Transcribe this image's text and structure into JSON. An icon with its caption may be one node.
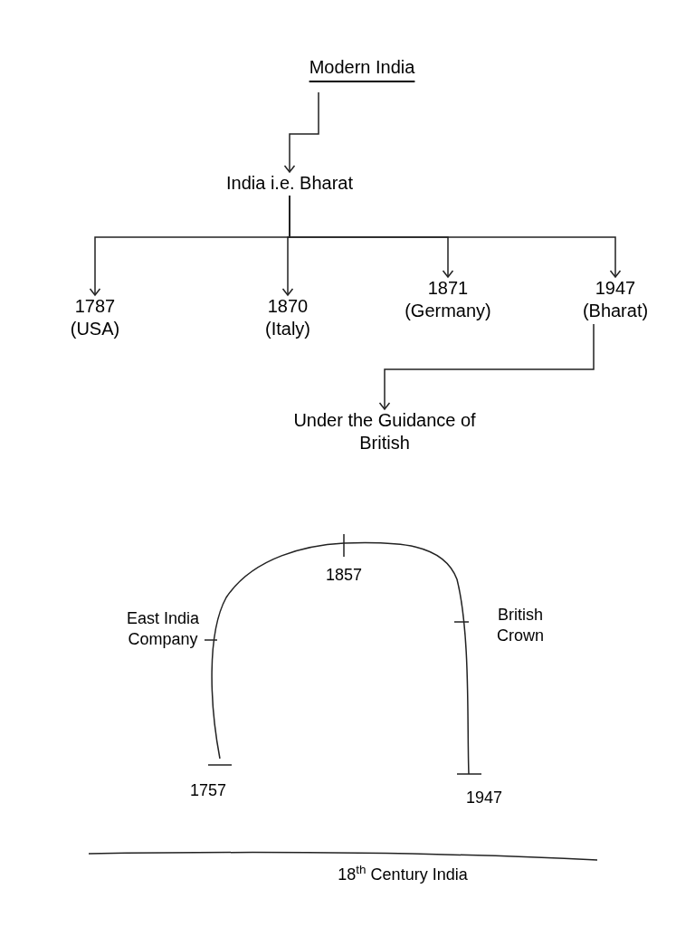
{
  "diagram": {
    "nodes": [
      {
        "text": [
          "Modern India"
        ]
      },
      {
        "text": [
          "India i.e. Bharat"
        ]
      },
      {
        "text": [
          "1787",
          "(USA)"
        ]
      },
      {
        "text": [
          "1870",
          "(Italy)"
        ]
      },
      {
        "text": [
          "1871",
          "(Germany)"
        ]
      },
      {
        "text": [
          "1947",
          "(Bharat)"
        ]
      },
      {
        "text": [
          "Under the Guidance of British"
        ]
      }
    ],
    "edges": [
      {
        "from": 0,
        "to": 1,
        "arrow": "to"
      },
      {
        "from": 1,
        "to": 2,
        "arrow": "to"
      },
      {
        "from": 1,
        "to": 3,
        "arrow": "to"
      },
      {
        "from": 1,
        "to": 4,
        "arrow": "to"
      },
      {
        "from": 1,
        "to": 5,
        "arrow": "to"
      },
      {
        "from": 5,
        "to": 6,
        "arrow": "to"
      }
    ],
    "labels": [
      "1857",
      "East India Company",
      "British Crown",
      "1757",
      "1947",
      "18$^{th}$ Century India"
    ]
  }
}
